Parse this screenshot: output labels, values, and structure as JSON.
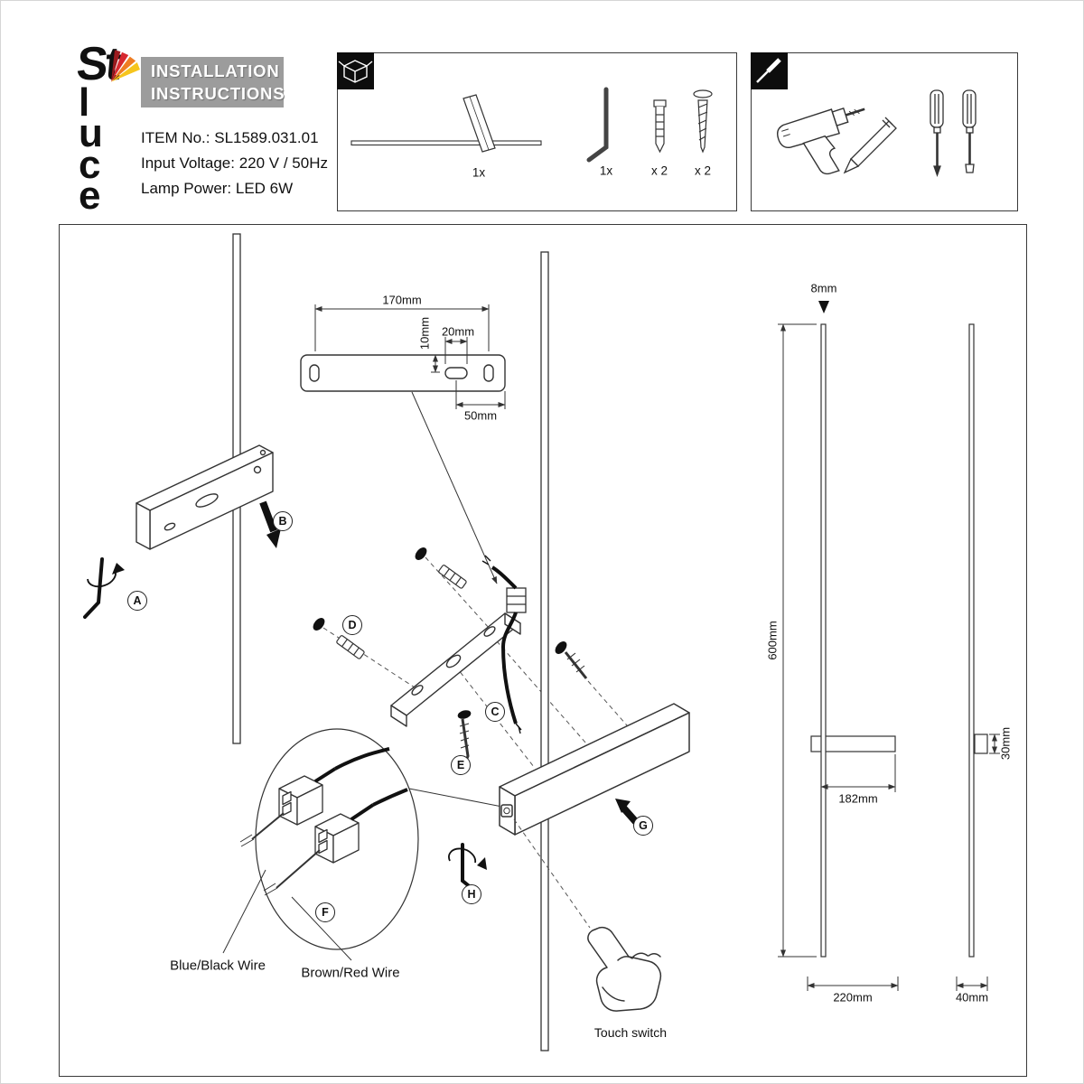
{
  "header": {
    "logo": {
      "word_top": "St",
      "word_bottom": "luce",
      "colors": [
        "#9b1b1f",
        "#d7282f",
        "#ef7d23",
        "#f6c51d"
      ]
    },
    "title": {
      "line1": "INSTALLATION",
      "line2": "INSTRUCTIONS",
      "bg_color": "#9c9c9c"
    },
    "info": {
      "item_no": "ITEM No.: SL1589.031.01",
      "voltage": "Input Voltage: 220 V / 50Hz",
      "power": "Lamp Power: LED 6W"
    }
  },
  "package_box": {
    "icon": "package-icon",
    "items": [
      {
        "name": "lamp-rod",
        "qty": "1x"
      },
      {
        "name": "hex-key",
        "qty": "1x"
      },
      {
        "name": "wall-plug",
        "qty": "x 2"
      },
      {
        "name": "screw",
        "qty": "x 2"
      }
    ]
  },
  "tools_box": {
    "icon": "screwdriver-icon",
    "tools": [
      "drill",
      "pencil",
      "cross-screwdriver",
      "flat-screwdriver"
    ]
  },
  "diagram": {
    "step_labels": [
      "A",
      "B",
      "C",
      "D",
      "E",
      "F",
      "G",
      "H"
    ],
    "dimensions": {
      "plate_length": "170mm",
      "hole_offset": "10mm",
      "slot_width": "20mm",
      "slot_to_edge": "50mm",
      "rod_diameter": "8mm",
      "rod_length": "600mm",
      "bracket_span": "182mm",
      "overall_width": "220mm",
      "bracket_height": "30mm",
      "side_depth": "40mm"
    },
    "labels": {
      "wire_blue": "Blue/Black Wire",
      "wire_brown": "Brown/Red Wire",
      "touch_switch": "Touch switch"
    }
  }
}
